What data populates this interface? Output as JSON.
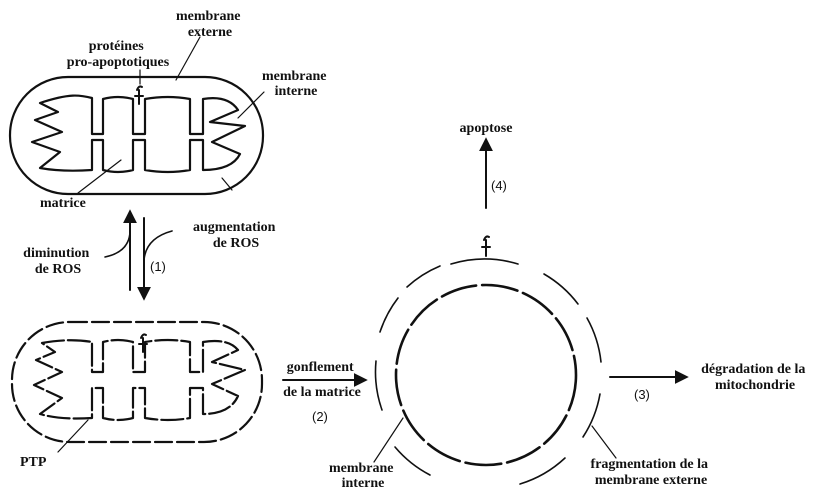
{
  "labels": {
    "membrane_externe": [
      "membrane",
      "externe"
    ],
    "proteines": [
      "protéines",
      "pro-apoptotiques"
    ],
    "membrane_interne_top": [
      "membrane",
      "interne"
    ],
    "matrice": "matrice",
    "augmentation": [
      "augmentation",
      "de ROS"
    ],
    "diminution": [
      "diminution",
      "de ROS"
    ],
    "step1": "(1)",
    "ptp": "PTP",
    "gonflement": [
      "gonflement",
      "de la matrice"
    ],
    "step2": "(2)",
    "apoptose": "apoptose",
    "step4": "(4)",
    "step3": "(3)",
    "degradation": [
      "dégradation de la",
      "mitochondrie"
    ],
    "membrane_interne_bottom": [
      "membrane",
      "interne"
    ],
    "fragmentation": [
      "fragmentation de la",
      "membrane externe"
    ]
  }
}
